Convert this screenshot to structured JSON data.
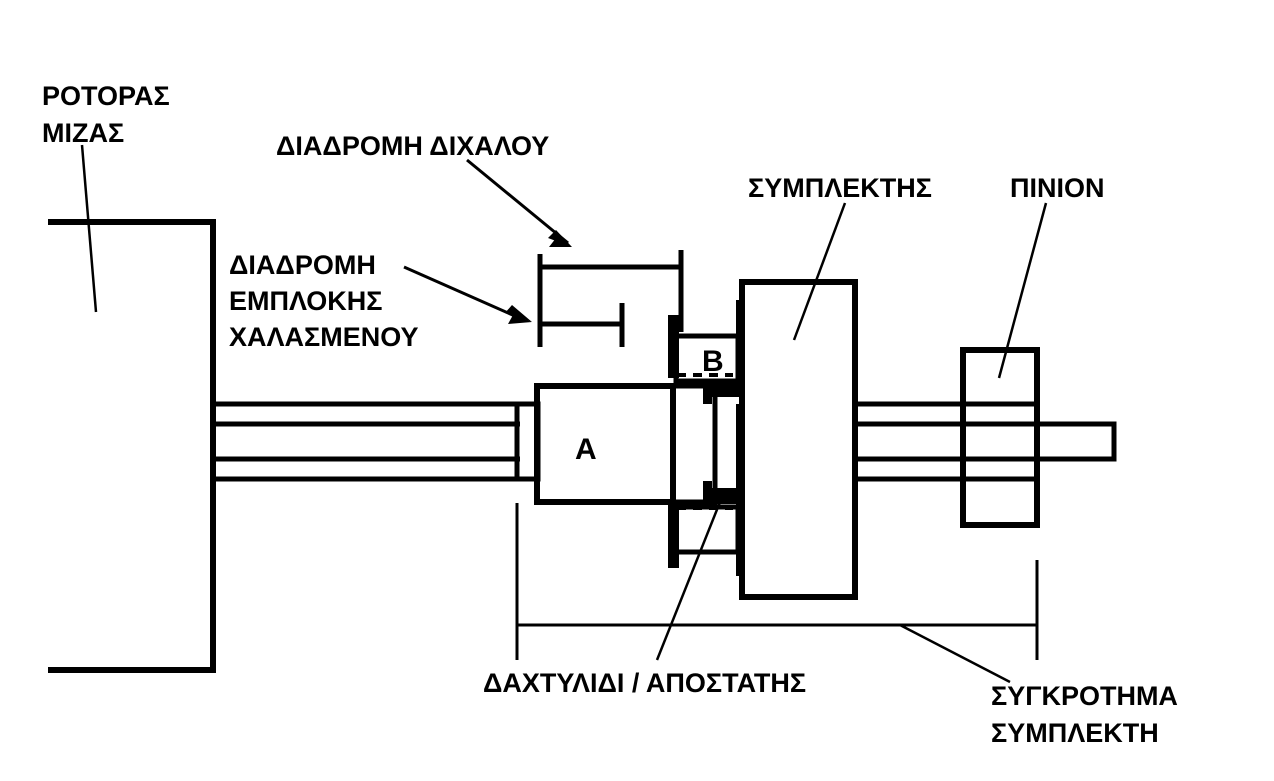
{
  "diagram": {
    "title": "Starter motor clutch / pinion engagement travel diagram",
    "background_color": "#ffffff",
    "line_color": "#000000",
    "labels": {
      "rotor": "ΡΟΤΟΡΑΣ\nΜΙΖΑΣ",
      "rotor_line1": "ΡΟΤΟΡΑΣ",
      "rotor_line2": "ΜΙΖΑΣ",
      "fork_travel": "ΔΙΑΔΡΟΜΗ ΔΙΧΑΛΟΥ",
      "worn_engagement_line1": "ΔΙΑΔΡΟΜΗ",
      "worn_engagement_line2": "ΕΜΠΛΟΚΗΣ",
      "worn_engagement_line3": "ΧΑΛΑΣΜΕΝΟΥ",
      "clutch": "ΣΥΜΠΛΕΚΤΗΣ",
      "pinion": "ΠΙΝΙΟΝ",
      "ring_spacer": "ΔΑΧΤΥΛΙΔΙ / ΑΠΟΣΤΑΤΗΣ",
      "clutch_assembly_line1": "ΣΥΓΚΡΟΤΗΜΑ",
      "clutch_assembly_line2": "ΣΥΜΠΛΕΚΤΗ",
      "part_a": "A",
      "part_b": "B"
    }
  }
}
